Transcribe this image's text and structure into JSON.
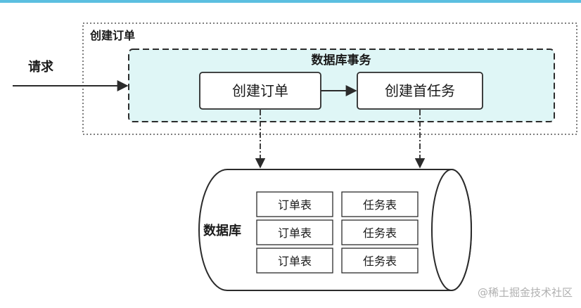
{
  "diagram": {
    "outer_box_label": "创建订单",
    "request_label": "请求",
    "transaction_label": "数据库事务",
    "step_create_order": "创建订单",
    "step_create_first_task": "创建首任务",
    "database_label": "数据库",
    "tables_left": [
      "订单表",
      "订单表",
      "订单表"
    ],
    "tables_right": [
      "任务表",
      "任务表",
      "任务表"
    ]
  },
  "watermark": "@稀土掘金技术社区",
  "colors": {
    "top_bar": "#5bbfe0",
    "transaction_fill": "#dff6f6",
    "line": "#2b2b2b"
  }
}
